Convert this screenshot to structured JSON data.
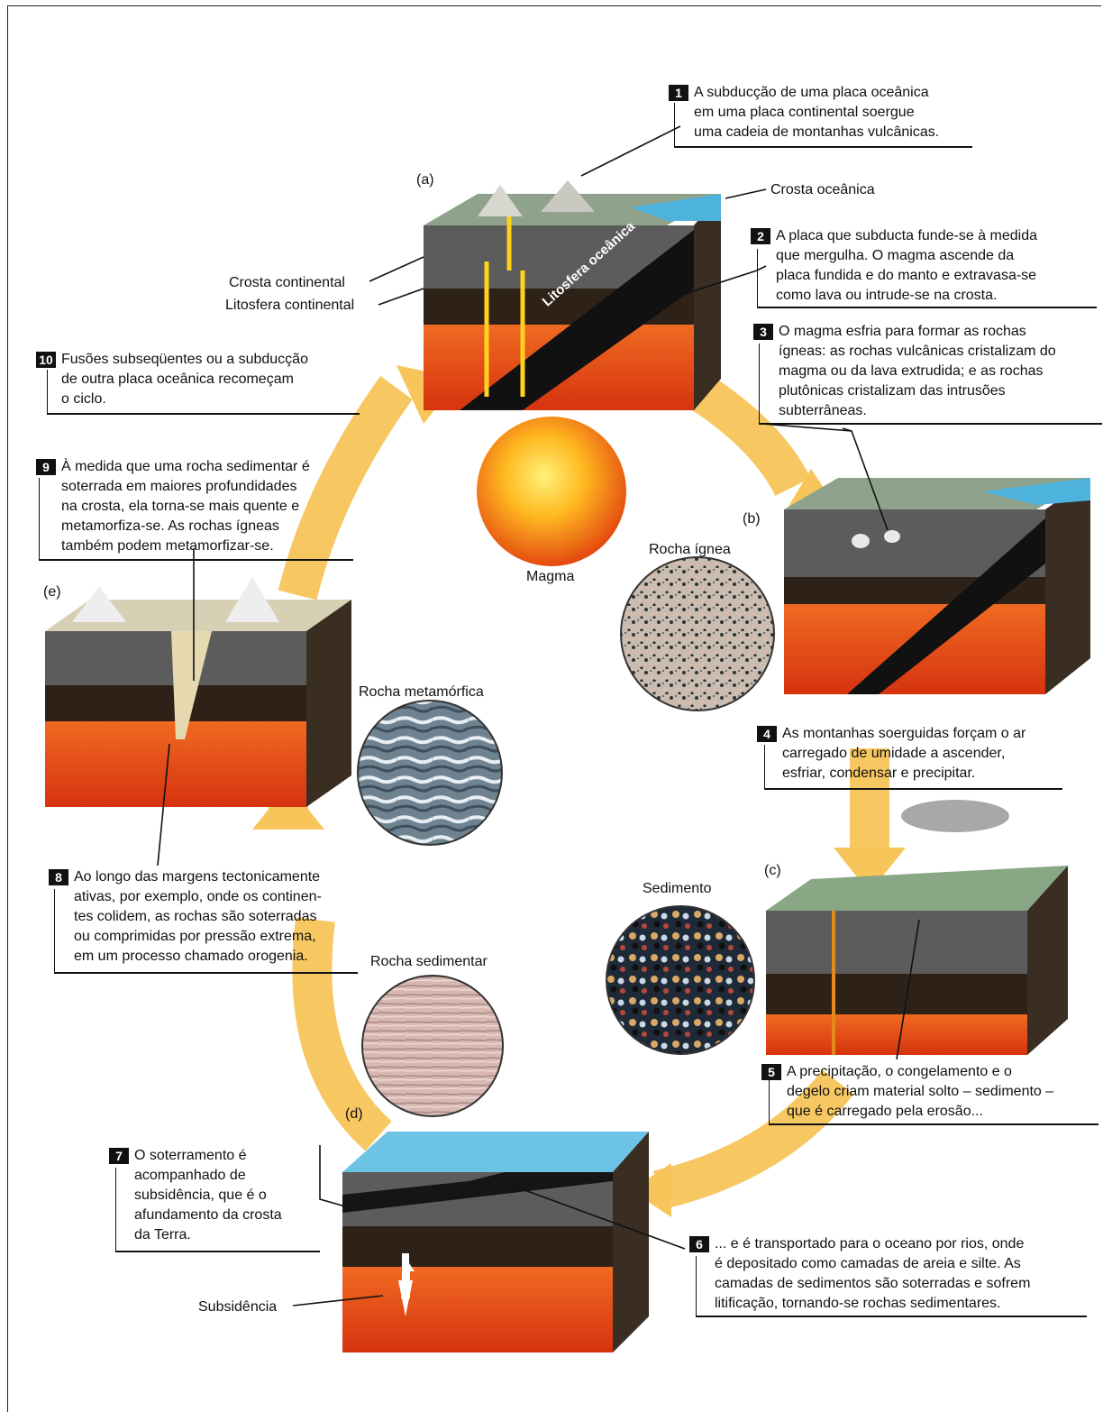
{
  "steps": [
    {
      "num": "1",
      "text": "A subducção de uma placa oceânica\nem uma placa continental soergue\numa cadeia de montanhas vulcânicas."
    },
    {
      "num": "2",
      "text": "A placa que subducta funde-se à medida\nque mergulha. O magma ascende da\nplaca fundida e do manto e extravasa-se\ncomo lava ou intrude-se na crosta."
    },
    {
      "num": "3",
      "text": "O magma esfria para formar as rochas\nígneas: as rochas vulcânicas cristalizam do\nmagma ou da lava extrudida; e as rochas\nplutônicas cristalizam das intrusões\nsubterrâneas."
    },
    {
      "num": "4",
      "text": "As montanhas soerguidas forçam o ar\ncarregado de umidade a ascender,\nesfriar, condensar e precipitar."
    },
    {
      "num": "5",
      "text": "A precipitação, o congelamento e o\ndegelo criam material solto – sedimento –\nque é carregado pela erosão..."
    },
    {
      "num": "6",
      "text": "... e é transportado para o oceano por rios, onde\né depositado como camadas de areia e silte. As\ncamadas de sedimentos são soterradas e sofrem\nlitificação, tornando-se rochas sedimentares."
    },
    {
      "num": "7",
      "text": "O soterramento é\nacompanhado de\nsubsidência, que é o\nafundamento da crosta\nda Terra."
    },
    {
      "num": "8",
      "text": "Ao longo das margens tectonicamente\nativas, por exemplo, onde os continen-\ntes colidem, as rochas são soterradas\nou comprimidas por pressão extrema,\nem um processo chamado orogenia."
    },
    {
      "num": "9",
      "text": "À medida que uma rocha sedimentar é\nsoterrada em maiores profundidades\nna crosta, ela torna-se mais quente e\nmetamorfiza-se. As rochas ígneas\ntambém podem metamorfizar-se."
    },
    {
      "num": "10",
      "text": "Fusões subseqüentes ou a subducção\nde outra placa oceânica recomeçam\no ciclo."
    }
  ],
  "panels": {
    "a": "(a)",
    "b": "(b)",
    "c": "(c)",
    "d": "(d)",
    "e": "(e)"
  },
  "labels": {
    "crosta_oceanica": "Crosta oceânica",
    "crosta_continental": "Crosta continental",
    "litosfera_continental": "Litosfera continental",
    "litosfera_oceanica": "Litosfera oceânica",
    "magma": "Magma",
    "rocha_ignea": "Rocha ígnea",
    "rocha_metamorfica": "Rocha metamórfica",
    "sedimento": "Sedimento",
    "rocha_sedimentar": "Rocha sedimentar",
    "subsidencia": "Subsidência"
  },
  "colors": {
    "arrow": "#f7c55a",
    "mantle": "#e8501c",
    "crust": "#5c5c5c",
    "lithosphere": "#2e2118",
    "ocean": "#4db3dc"
  }
}
